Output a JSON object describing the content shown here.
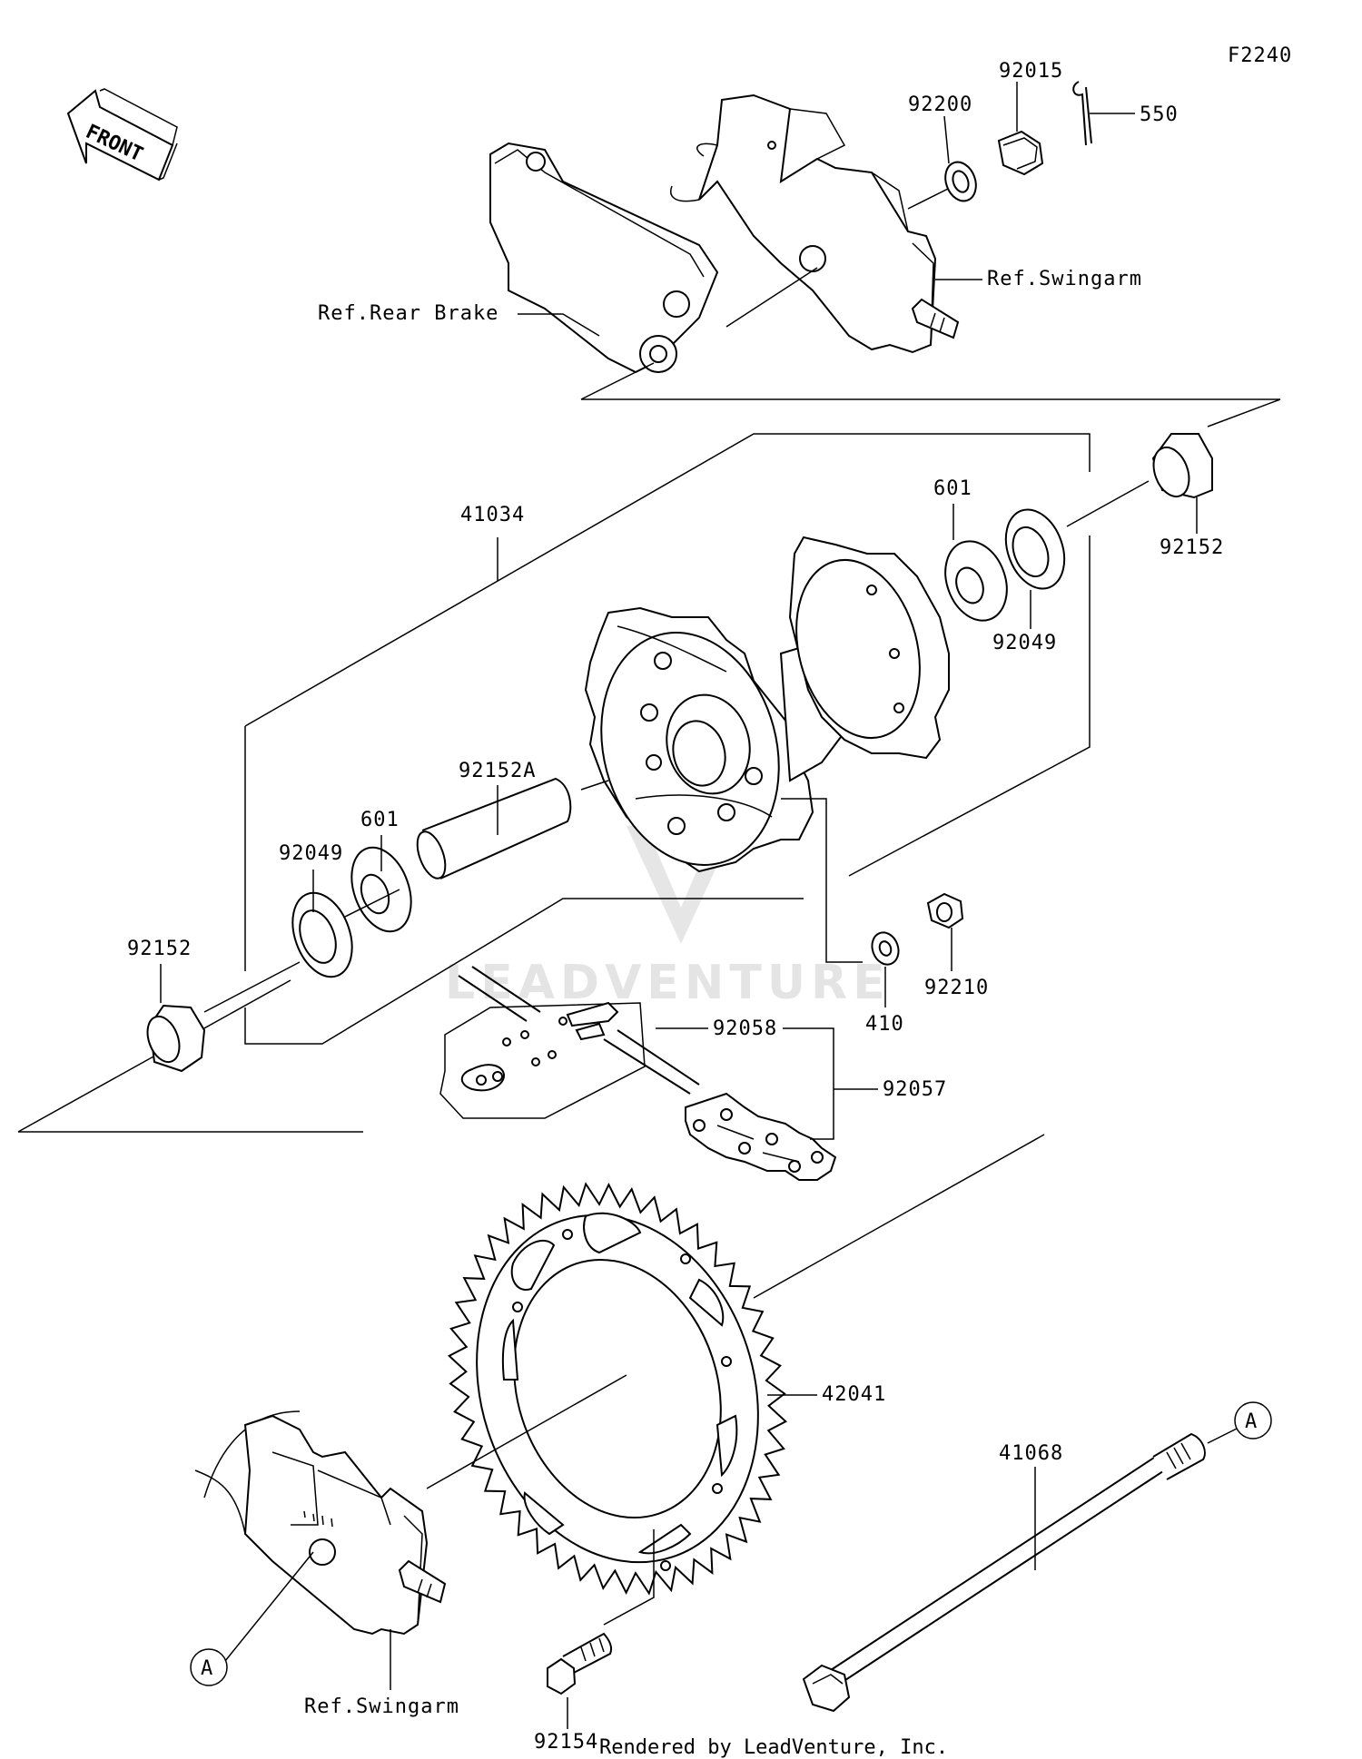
{
  "figure_id": "F2240",
  "front_label": "FRONT",
  "footer": "Rendered by LeadVenture, Inc.",
  "watermark": "LEADVENTURE",
  "refs": {
    "rear_brake": "Ref.Rear Brake",
    "swingarm_top": "Ref.Swingarm",
    "swingarm_bottom": "Ref.Swingarm"
  },
  "callouts": {
    "a_top": "A",
    "a_bottom": "A"
  },
  "parts": {
    "p92015": "92015",
    "p92200": "92200",
    "p550": "550",
    "p41034": "41034",
    "p601_right": "601",
    "p92152_right": "92152",
    "p92049_right": "92049",
    "p92152A": "92152A",
    "p601_left": "601",
    "p92049_left": "92049",
    "p92152_left": "92152",
    "p410": "410",
    "p92210": "92210",
    "p92058": "92058",
    "p92057": "92057",
    "p42041": "42041",
    "p41068": "41068",
    "p92154": "92154"
  }
}
